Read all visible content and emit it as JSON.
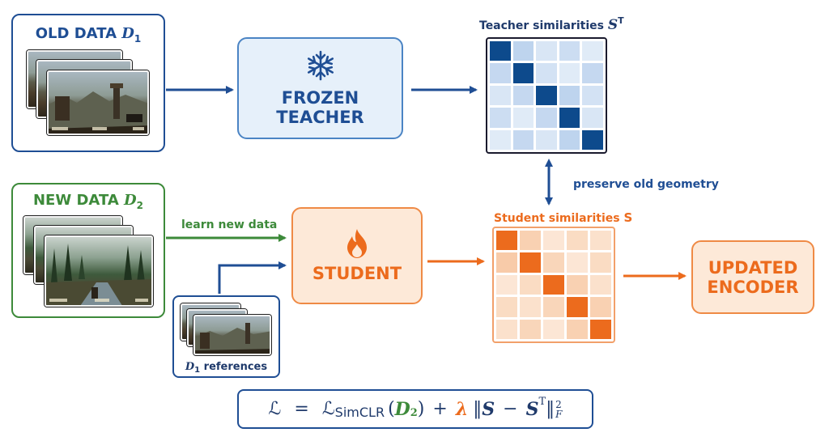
{
  "old_data": {
    "label": "OLD DATA",
    "symbol": "D",
    "subscript": "1"
  },
  "new_data": {
    "label": "NEW DATA",
    "symbol": "D",
    "subscript": "2"
  },
  "references": {
    "symbol": "D",
    "subscript": "1",
    "label": "references"
  },
  "teacher": {
    "line1": "FROZEN",
    "line2": "TEACHER",
    "icon": "snowflake-icon"
  },
  "student": {
    "label": "STUDENT",
    "icon": "flame-icon"
  },
  "updated": {
    "line1": "UPDATED",
    "line2": "ENCODER"
  },
  "teacher_matrix": {
    "title": "Teacher similarities",
    "symbol": "S",
    "sup": "T"
  },
  "student_matrix": {
    "title": "Student similarities",
    "symbol": "S"
  },
  "edges": {
    "learn_new": "learn new data",
    "preserve": "preserve old geometry"
  },
  "formula": {
    "loss": "ℒ",
    "equals": "=",
    "simclr": "ℒ",
    "simclr_sub": "SimCLR",
    "arg_open": "(",
    "arg": "D",
    "arg_sub": "2",
    "arg_close": ")",
    "plus": "+",
    "lambda": "λ",
    "norm_open": "‖",
    "s": "S",
    "minus": "−",
    "st": "S",
    "st_sup": "T",
    "norm_close": "‖",
    "norm_sup": "2",
    "norm_sub": "F"
  },
  "colors": {
    "blue": "#1f4e94",
    "green": "#3d8a3a",
    "orange": "#ec6b1d",
    "teacher_fill": "#e6f0fa",
    "student_fill": "#fde9d8"
  },
  "chart_data": [
    {
      "type": "heatmap",
      "title": "Teacher similarities S^T",
      "values": [
        [
          1.0,
          0.35,
          0.15,
          0.25,
          0.1
        ],
        [
          0.3,
          1.0,
          0.2,
          0.1,
          0.3
        ],
        [
          0.15,
          0.3,
          1.0,
          0.35,
          0.2
        ],
        [
          0.25,
          0.1,
          0.3,
          1.0,
          0.15
        ],
        [
          0.1,
          0.3,
          0.15,
          0.35,
          1.0
        ]
      ]
    },
    {
      "type": "heatmap",
      "title": "Student similarities S",
      "values": [
        [
          1.0,
          0.3,
          0.1,
          0.2,
          0.15
        ],
        [
          0.35,
          1.0,
          0.25,
          0.1,
          0.2
        ],
        [
          0.1,
          0.2,
          1.0,
          0.3,
          0.15
        ],
        [
          0.2,
          0.15,
          0.25,
          1.0,
          0.3
        ],
        [
          0.15,
          0.25,
          0.1,
          0.3,
          1.0
        ]
      ]
    }
  ]
}
